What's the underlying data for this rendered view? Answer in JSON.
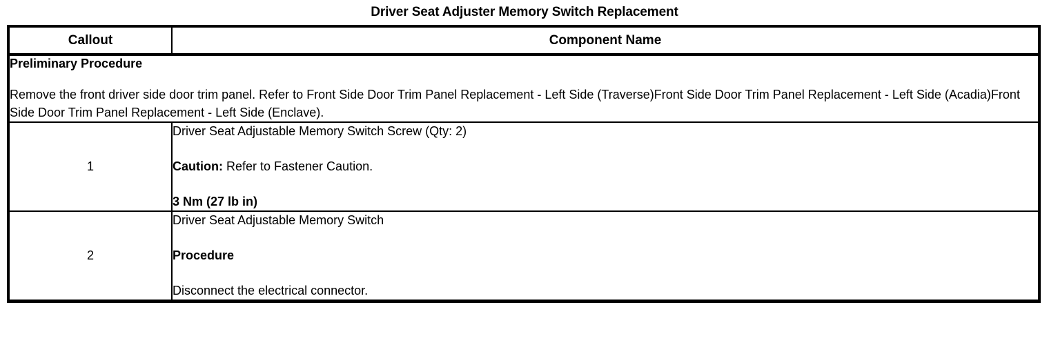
{
  "document": {
    "title": "Driver Seat Adjuster Memory Switch Replacement"
  },
  "table": {
    "headers": {
      "callout": "Callout",
      "component_name": "Component Name"
    },
    "preliminary": {
      "heading": "Preliminary Procedure",
      "text": "Remove the front driver side door trim panel. Refer to Front Side Door Trim Panel Replacement - Left Side (Traverse)Front Side Door Trim Panel Replacement - Left Side (Acadia)Front Side Door Trim Panel Replacement - Left Side (Enclave)."
    },
    "rows": [
      {
        "callout": "1",
        "name": "Driver Seat Adjustable Memory Switch Screw (Qty: 2)",
        "caution_label": "Caution:",
        "caution_text": " Refer to Fastener Caution.",
        "torque": "3 Nm (27 lb in)"
      },
      {
        "callout": "2",
        "name": "Driver Seat Adjustable Memory Switch",
        "procedure_label": "Procedure",
        "procedure_text": "Disconnect the electrical connector."
      }
    ]
  },
  "colors": {
    "border": "#000000",
    "text": "#000000",
    "background": "#ffffff"
  }
}
